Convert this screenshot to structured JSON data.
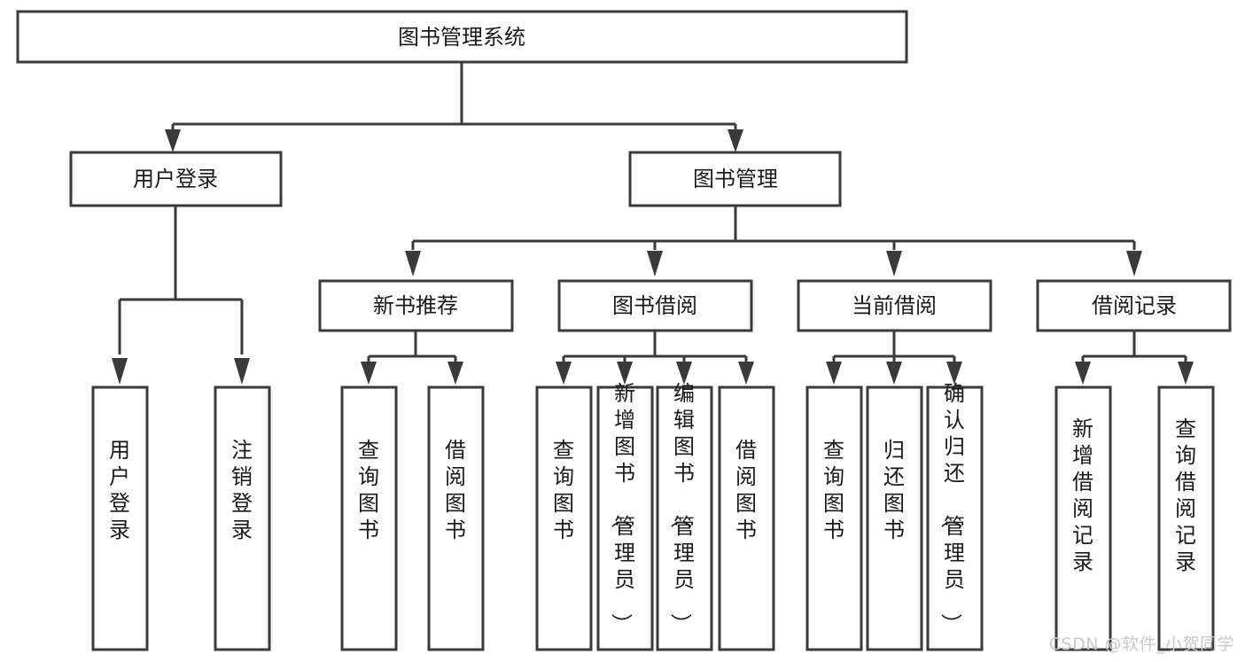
{
  "diagram": {
    "type": "tree-hierarchy",
    "title": "图书管理系统",
    "watermark": "CSDN @软件_小贺同学",
    "colors": {
      "stroke": "#3a3a3a",
      "fill": "#ffffff",
      "text": "#1a1a1a",
      "watermark": "#c9c9c9",
      "background": "#ffffff"
    },
    "root": {
      "label": "图书管理系统"
    },
    "level2": [
      {
        "label": "用户登录"
      },
      {
        "label": "图书管理"
      }
    ],
    "level3": [
      {
        "label": "新书推荐"
      },
      {
        "label": "图书借阅"
      },
      {
        "label": "当前借阅"
      },
      {
        "label": "借阅记录"
      }
    ],
    "leaves": {
      "user_login": [
        {
          "label": "用户登录"
        },
        {
          "label": "注销登录"
        }
      ],
      "new_book": [
        {
          "label": "查询图书"
        },
        {
          "label": "借阅图书"
        }
      ],
      "book_borrow": [
        {
          "label": "查询图书"
        },
        {
          "label": "新增图书（管理员）"
        },
        {
          "label": "编辑图书（管理员）"
        },
        {
          "label": "借阅图书"
        }
      ],
      "current_borrow": [
        {
          "label": "查询图书"
        },
        {
          "label": "归还图书"
        },
        {
          "label": "确认归还（管理员）"
        }
      ],
      "borrow_record": [
        {
          "label": "新增借阅记录"
        },
        {
          "label": "查询借阅记录"
        }
      ]
    }
  }
}
